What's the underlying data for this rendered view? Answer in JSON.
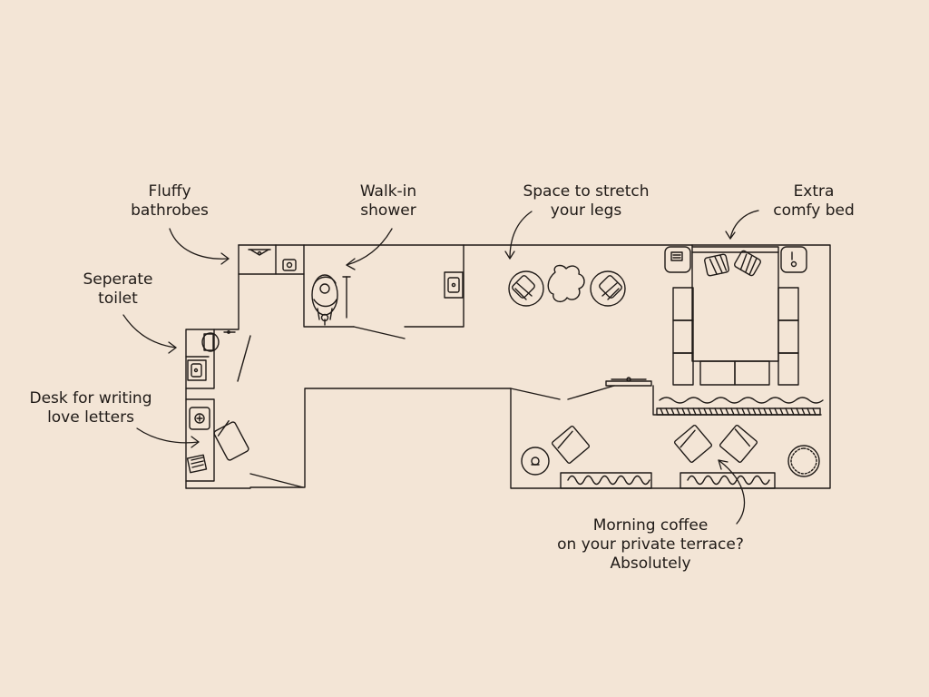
{
  "background": "#f3e5d6",
  "line_color": "#1f1a17",
  "annotations": {
    "bathrobes": {
      "line1": "Fluffy",
      "line2": "bathrobes"
    },
    "shower": {
      "line1": "Walk-in",
      "line2": "shower"
    },
    "stretch": {
      "line1": "Space to stretch",
      "line2": "your legs"
    },
    "bed": {
      "line1": "Extra",
      "line2": "comfy bed"
    },
    "toilet": {
      "line1": "Seperate",
      "line2": "toilet"
    },
    "desk": {
      "line1": "Desk for writing",
      "line2": "love letters"
    },
    "terrace": {
      "line1": "Morning coffee",
      "line2": "on your private terrace?",
      "line3": "Absolutely"
    }
  }
}
